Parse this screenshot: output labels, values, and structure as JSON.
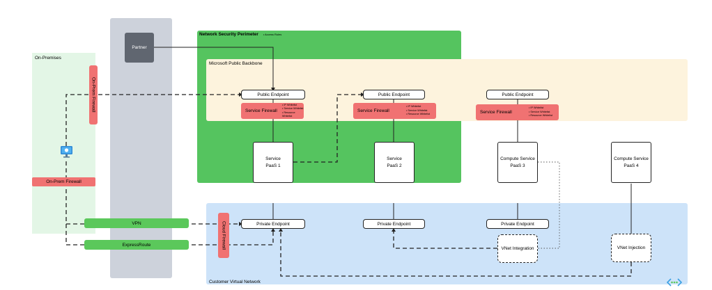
{
  "regions": {
    "on_premises": "On-Premises",
    "nsp_title": "Network Security Perimeter",
    "nsp_access_rules": "• Access Rules",
    "backbone": "Microsoft Public Backbone",
    "customer_vnet": "Customer Virtual Network"
  },
  "partner": "Partner",
  "firewalls": {
    "onprem_vertical": "On-Prem Firewall",
    "onprem_horizontal": "On-Prem Firewall",
    "cloud": "Cloud Firewall"
  },
  "connections": {
    "vpn": "VPN",
    "expressroute": "ExpressRoute"
  },
  "public_endpoint": "Public Endpoint",
  "private_endpoint": "Private Endpoint",
  "service_firewall": {
    "title": "Service Firewall",
    "items": [
      "IP Whitelist",
      "Service Whitelist",
      "Resource Whitelist"
    ]
  },
  "services": [
    {
      "line1": "Service",
      "line2": "PaaS 1"
    },
    {
      "line1": "Service",
      "line2": "PaaS 2"
    },
    {
      "line1": "Compute Service",
      "line2": "PaaS 3"
    },
    {
      "line1": "Compute Service",
      "line2": "PaaS 4"
    }
  ],
  "vnet_integration": "VNet Integration",
  "vnet_injection": "VNet Injection",
  "icons": {
    "computer": "computer-monitor-icon",
    "vnet": "vnet-peering-icon"
  },
  "colors": {
    "onprem_bg": "#e3f6e6",
    "partner_column": "#cdd2db",
    "partner_box": "#606670",
    "nsp_green": "#55c45f",
    "backbone_bg": "#fdf3dd",
    "vnet_bg": "#cde3f9",
    "firewall_red": "#f07272",
    "connection_green": "#5bc85b",
    "vnet_icon": "#3aa0e3"
  }
}
